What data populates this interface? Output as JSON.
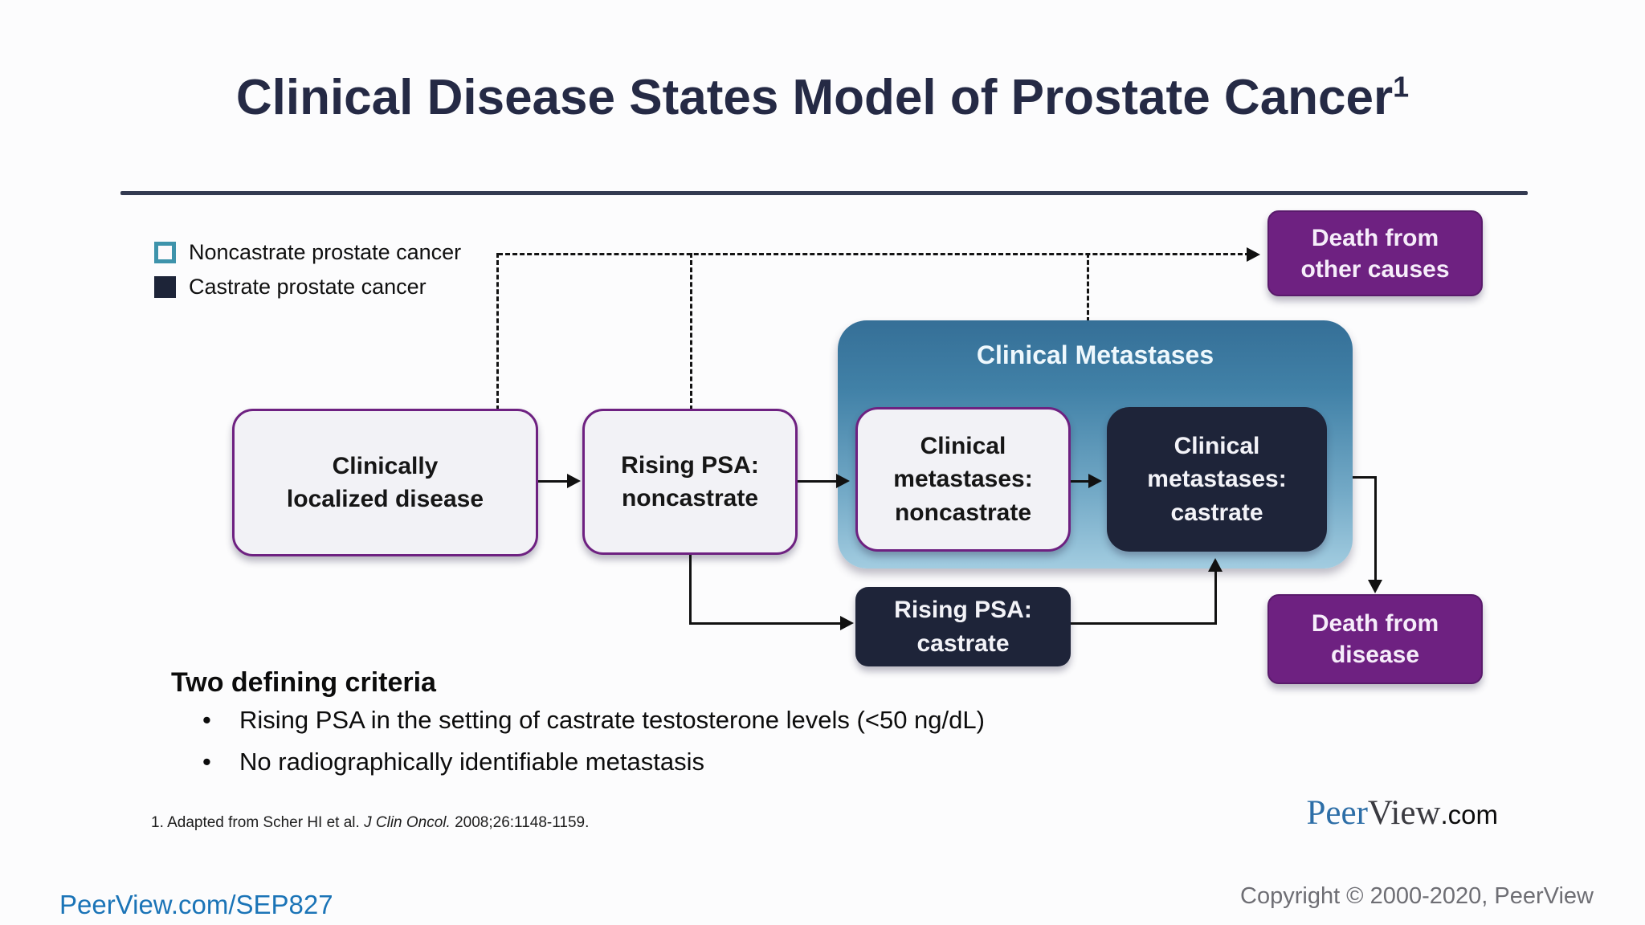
{
  "slide": {
    "title": "Clinical Disease States Model of Prostate Cancer",
    "title_superscript": "1"
  },
  "legend": {
    "items": [
      {
        "label": "Noncastrate prostate cancer"
      },
      {
        "label": "Castrate prostate cancer"
      }
    ]
  },
  "diagram": {
    "container": {
      "title": "Clinical Metastases"
    },
    "boxes": {
      "clinically_localized": {
        "line1": "Clinically",
        "line2": "localized disease"
      },
      "rising_psa_noncastrate": {
        "line1": "Rising PSA:",
        "line2": "noncastrate"
      },
      "cm_noncastrate": {
        "line1": "Clinical",
        "line2": "metastases:",
        "line3": "noncastrate"
      },
      "cm_castrate": {
        "line1": "Clinical",
        "line2": "metastases:",
        "line3": "castrate"
      },
      "rising_psa_castrate": {
        "line1": "Rising PSA:",
        "line2": "castrate"
      },
      "death_other": {
        "line1": "Death from",
        "line2": "other causes"
      },
      "death_disease": {
        "line1": "Death from",
        "line2": "disease"
      }
    }
  },
  "criteria": {
    "heading": "Two defining criteria",
    "bullet_char": "•",
    "bullets": [
      "Rising PSA in the setting of castrate testosterone levels (<50 ng/dL)",
      "No radiographically identifiable metastasis"
    ]
  },
  "footnote": {
    "prefix": "1. Adapted from Scher HI et al. ",
    "journal_italic": "J Clin Oncol.",
    "suffix": " 2008;26:1148-1159."
  },
  "footer": {
    "link": "PeerView.com/SEP827",
    "logo": {
      "part1": "Peer",
      "part2": "View",
      "part3": ".com"
    },
    "copyright": "Copyright © 2000-2020, PeerView"
  },
  "colors": {
    "title_navy": "#252a45",
    "rule_navy": "#333a51",
    "purple_box": "#6e2181",
    "dark_navy_box": "#1e2439",
    "light_box_fill": "#f2f2f6",
    "light_box_border": "#6e2181",
    "container_gradient_top": "#356f97",
    "container_gradient_bottom": "#a2cce0",
    "legend_teal": "#3e93ab",
    "link_blue": "#1b74b7",
    "copyright_gray": "#6e6e74",
    "arrow_black": "#111111"
  }
}
